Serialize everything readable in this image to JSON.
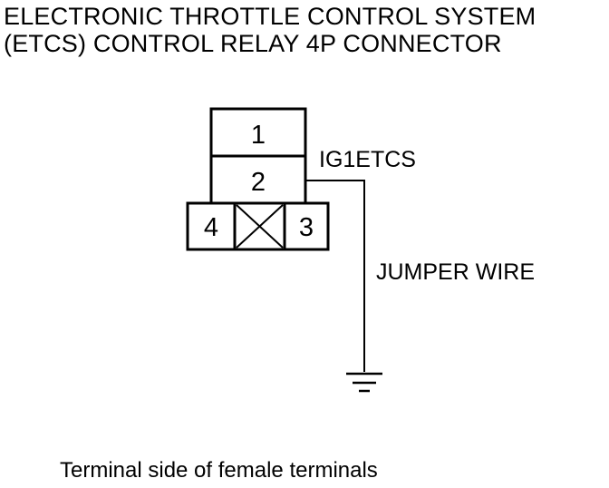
{
  "title": {
    "line1": "ELECTRONIC THROTTLE CONTROL SYSTEM",
    "line2": "(ETCS) CONTROL RELAY 4P CONNECTOR"
  },
  "connector": {
    "terminals": {
      "t1": "1",
      "t2": "2",
      "t3": "3",
      "t4": "4"
    },
    "empty_cavity": "x-mark-icon"
  },
  "labels": {
    "signal": "IG1ETCS",
    "jumper": "JUMPER WIRE"
  },
  "ground_symbol": "ground-icon",
  "caption": "Terminal side of female terminals"
}
